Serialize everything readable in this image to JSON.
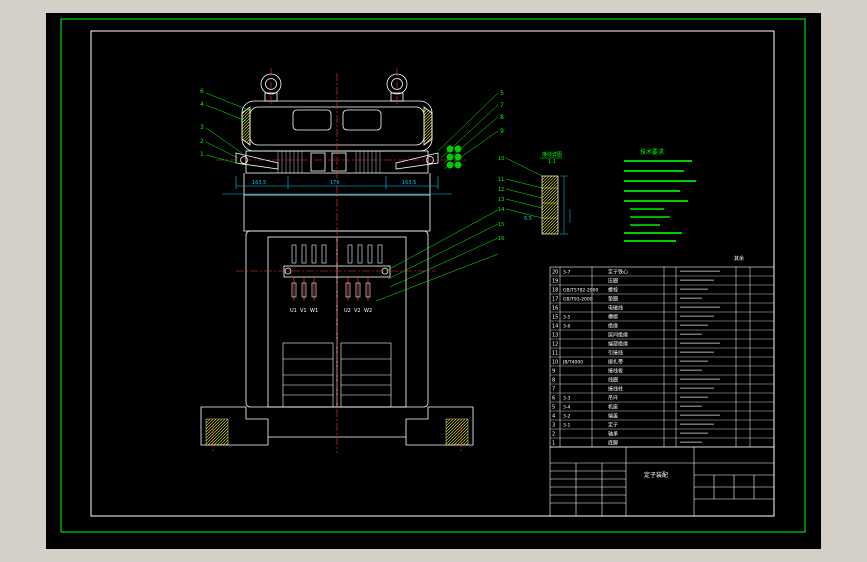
{
  "colors": {
    "background": "#000000",
    "frame": "#00ff00",
    "outline": "#ffffff",
    "center_line": "#ff3333",
    "dimension": "#00ccff",
    "annotation": "#00ff00",
    "hatch": "#ffff00",
    "chrome": "#d4d0c8"
  },
  "drawing": {
    "title": "定子装配",
    "scale_note": "1:1",
    "detail_title": "接线详图",
    "notes_title": "技术要求",
    "notes_tail": "其余",
    "dimensions": {
      "left": "163.5",
      "middle": "170",
      "right": "163.5",
      "gap": "6.5"
    },
    "callouts_left": [
      "6",
      "4",
      "3",
      "2",
      "1"
    ],
    "callouts_right": [
      "5",
      "7",
      "8",
      "9"
    ],
    "callouts_detail": [
      "10",
      "11",
      "12",
      "13",
      "14",
      "15",
      "16"
    ],
    "terminal_labels": [
      "U1",
      "V1",
      "W1",
      "U2",
      "V2",
      "W2"
    ],
    "bom_rows": [
      {
        "num": "20",
        "code": "3-7",
        "name": "定子铁心"
      },
      {
        "num": "19",
        "code": "",
        "name": "压圈"
      },
      {
        "num": "18",
        "code": "GB/T5782-2000",
        "name": "螺栓"
      },
      {
        "num": "17",
        "code": "GB/T93-2000",
        "name": "垫圈"
      },
      {
        "num": "16",
        "code": "",
        "name": "电磁线"
      },
      {
        "num": "15",
        "code": "3-5",
        "name": "槽楔"
      },
      {
        "num": "14",
        "code": "3-6",
        "name": "绝缘"
      },
      {
        "num": "13",
        "code": "",
        "name": "层间绝缘"
      },
      {
        "num": "12",
        "code": "",
        "name": "端部绝缘"
      },
      {
        "num": "11",
        "code": "",
        "name": "引接线"
      },
      {
        "num": "10",
        "code": "JB/T4000",
        "name": "绑扎带"
      },
      {
        "num": "9",
        "code": "",
        "name": "接线板"
      },
      {
        "num": "8",
        "code": "",
        "name": "线圈"
      },
      {
        "num": "7",
        "code": "",
        "name": "接线柱"
      },
      {
        "num": "6",
        "code": "3-3",
        "name": "吊环"
      },
      {
        "num": "5",
        "code": "3-4",
        "name": "机座"
      },
      {
        "num": "4",
        "code": "3-2",
        "name": "端盖"
      },
      {
        "num": "3",
        "code": "3-1",
        "name": "定子"
      },
      {
        "num": "2",
        "code": "",
        "name": "轴承"
      },
      {
        "num": "1",
        "code": "",
        "name": "底脚"
      }
    ]
  }
}
